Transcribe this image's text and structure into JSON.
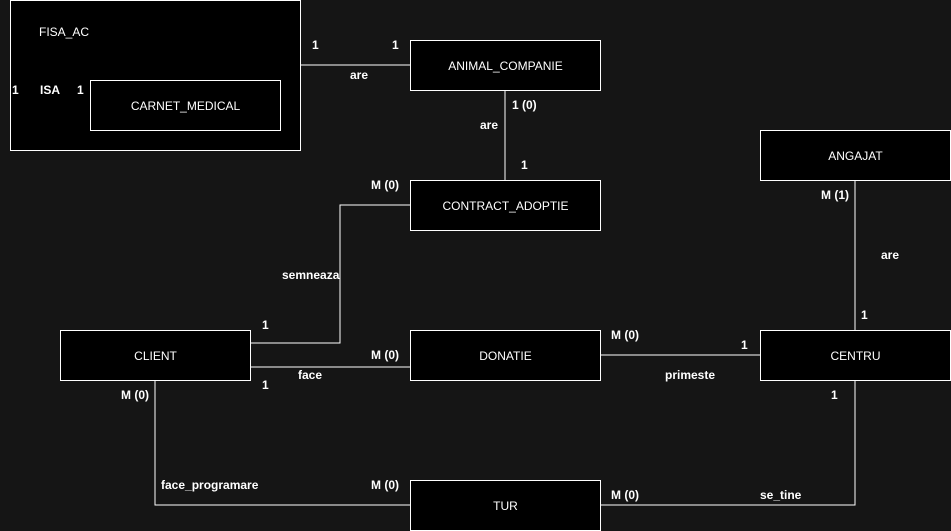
{
  "colors": {
    "background": "#151515",
    "entity_fill": "#000000",
    "stroke": "#ffffff",
    "text": "#ffffff"
  },
  "entities": {
    "fisa_ac": "FISA_AC",
    "carnet_medical": "CARNET_MEDICAL",
    "animal_companie": "ANIMAL_COMPANIE",
    "contract_adoptie": "CONTRACT_ADOPTIE",
    "angajat": "ANGAJAT",
    "client": "CLIENT",
    "donatie": "DONATIE",
    "centru": "CENTRU",
    "tur": "TUR"
  },
  "relationships": {
    "isa": "ISA",
    "are_fisa_animal": "are",
    "are_animal_contract": "are",
    "are_angajat_centru": "are",
    "semneaza": "semneaza",
    "face": "face",
    "primeste": "primeste",
    "face_programare": "face_programare",
    "se_tine": "se_tine"
  },
  "cardinalities": {
    "isa_left": "1",
    "isa_right": "1",
    "fisa_are_left": "1",
    "fisa_are_right": "1",
    "animal_bottom": "1 (0)",
    "contract_top": "1",
    "contract_left": "M (0)",
    "client_semneaza": "1",
    "client_face": "1",
    "donatie_left": "M (0)",
    "donatie_right": "M (0)",
    "centru_left": "1",
    "angajat_bottom": "M (1)",
    "centru_top": "1",
    "centru_bottom": "1",
    "client_bottom": "M (0)",
    "tur_left": "M (0)",
    "tur_right": "M (0)"
  }
}
